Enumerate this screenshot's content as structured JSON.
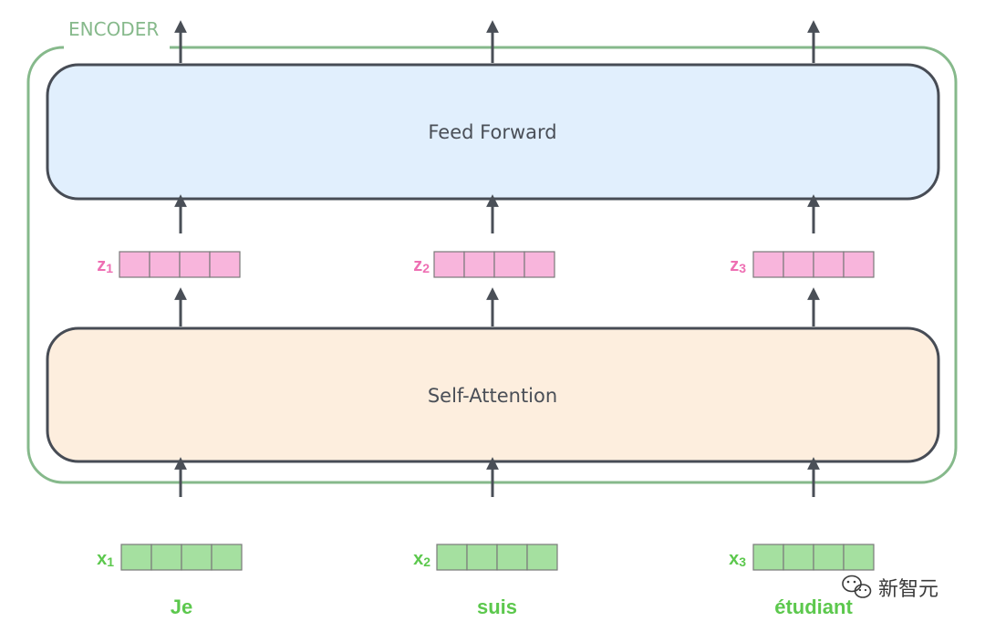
{
  "encoder": {
    "label": "ENCODER",
    "colors": {
      "border": "#86b98b"
    }
  },
  "feed_forward": {
    "label": "Feed Forward",
    "colors": {
      "fill": "#e1effd",
      "border": "#474c55"
    }
  },
  "self_attention": {
    "label": "Self-Attention",
    "colors": {
      "fill": "#fdeede",
      "border": "#474c55"
    }
  },
  "z_vectors": [
    {
      "letter": "z",
      "sub": "1"
    },
    {
      "letter": "z",
      "sub": "2"
    },
    {
      "letter": "z",
      "sub": "3"
    }
  ],
  "x_vectors": [
    {
      "letter": "x",
      "sub": "1"
    },
    {
      "letter": "x",
      "sub": "2"
    },
    {
      "letter": "x",
      "sub": "3"
    }
  ],
  "words": [
    "Je",
    "suis",
    "étudiant"
  ],
  "vector_cells": 4,
  "colors": {
    "arrow": "#4a4f57",
    "z_fill": "#f8b5dc",
    "z_label": "#ee6fb3",
    "x_fill": "#a5e0a0",
    "x_label": "#5cc84d",
    "cell_border": "#7a7a7a"
  },
  "watermark": {
    "text": "新智元",
    "icon": "wechat-icon"
  }
}
